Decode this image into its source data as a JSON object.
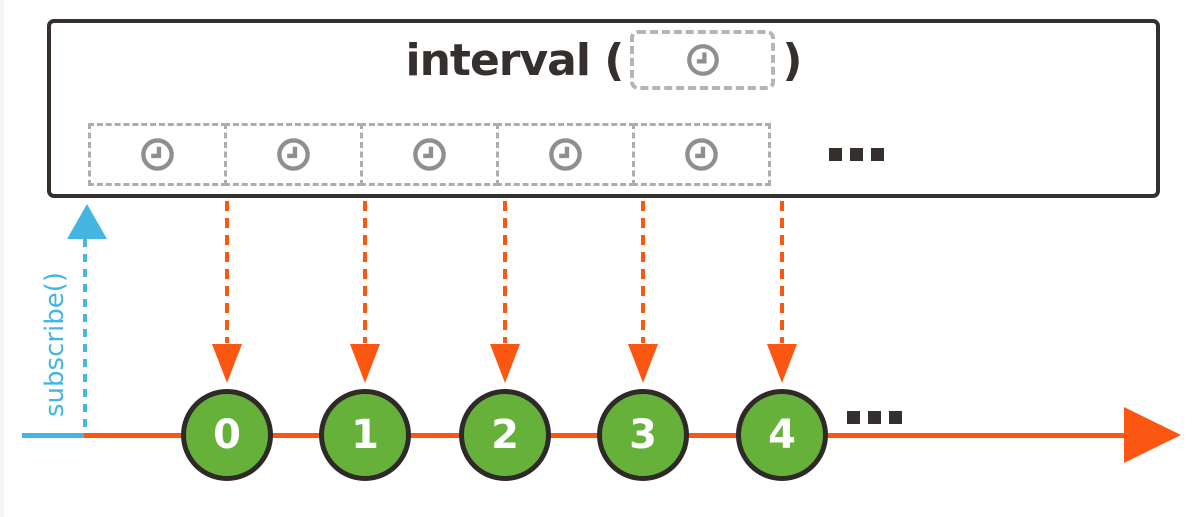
{
  "title": {
    "function": "interval (",
    "close": ")"
  },
  "operator_box": {
    "cell_count": 5,
    "cell_icon": "clock-icon",
    "ellipsis": "..."
  },
  "subscribe": {
    "label": "subscribe()"
  },
  "timeline": {
    "emissions": [
      {
        "value": "0"
      },
      {
        "value": "1"
      },
      {
        "value": "2"
      },
      {
        "value": "3"
      },
      {
        "value": "4"
      }
    ],
    "ellipsis": "..."
  },
  "colors": {
    "orange": "#fb5712",
    "blue": "#45b5e1",
    "green": "#66b13a",
    "outline_dark": "#35302e",
    "dash_gray": "#adadad",
    "clock_gray": "#8f8f8f",
    "number_white": "#ffffff"
  }
}
